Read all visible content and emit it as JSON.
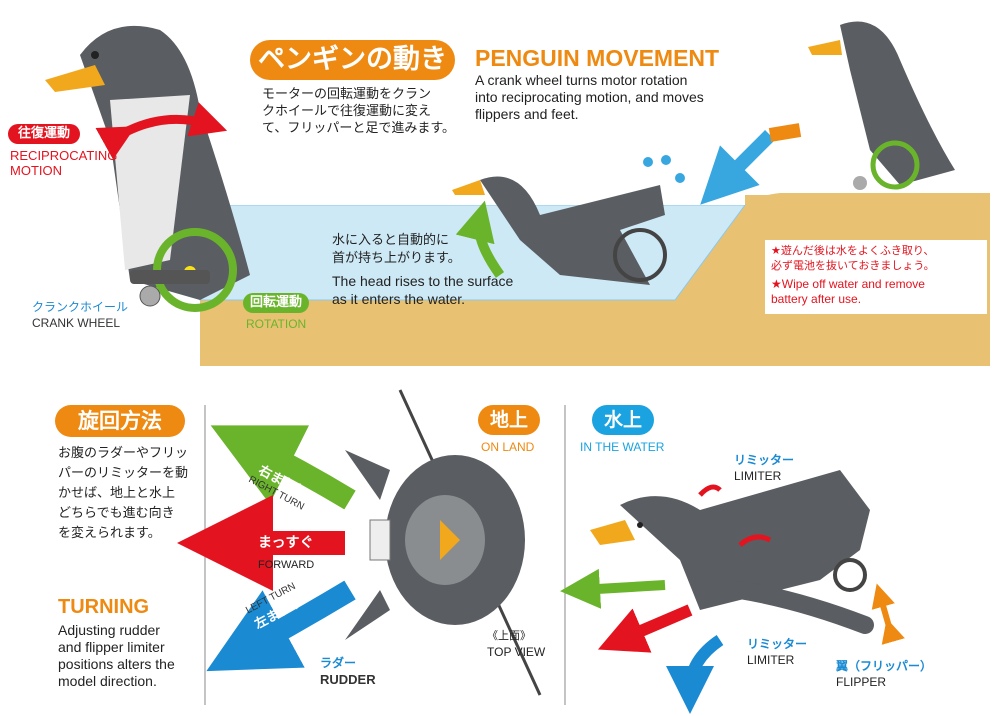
{
  "colors": {
    "orange": "#ee8a12",
    "red": "#e3141f",
    "green": "#6ab42c",
    "blue": "#1a8ad3",
    "water": "#cde9f6",
    "sand": "#e8c272",
    "penguin": "#5a5d61"
  },
  "top": {
    "title_jp": "ペンギンの動き",
    "title_en": "PENGUIN MOVEMENT",
    "desc_jp": [
      "モーターの回転運動をクラン",
      "クホイールで往復運動に変え",
      "て、フリッパーと足で進みます。"
    ],
    "desc_en": [
      "A crank wheel turns motor rotation",
      "into reciprocating motion, and moves",
      "flippers and feet."
    ],
    "reciprocating_jp": "往復運動",
    "reciprocating_en": [
      "RECIPROCATING",
      "MOTION"
    ],
    "crank_jp": "クランクホイール",
    "crank_en": "CRANK WHEEL",
    "rotation_jp": "回転運動",
    "rotation_en": "ROTATION",
    "water_jp": [
      "水に入ると自動的に",
      "首が持ち上がります。"
    ],
    "water_en": [
      "The head rises to the surface",
      "as it enters the water."
    ],
    "warning_jp": [
      "★遊んだ後は水をよくふき取り、",
      "必ず電池を抜いておきましょう。"
    ],
    "warning_en": [
      "★Wipe off water and remove",
      "battery after use."
    ]
  },
  "bottom": {
    "turning_jp": "旋回方法",
    "turning_desc_jp": [
      "お腹のラダーやフリッ",
      "パーのリミッターを動",
      "かせば、地上と水上",
      "どちらでも進む向き",
      "を変えられます。"
    ],
    "turning_en": "TURNING",
    "turning_desc_en": [
      "Adjusting rudder",
      "and flipper limiter",
      "positions alters the",
      "model direction."
    ],
    "right_turn_jp": "右まわり",
    "right_turn_en": "RIGHT TURN",
    "forward_jp": "まっすぐ",
    "forward_en": "FORWARD",
    "left_turn_jp": "左まわり",
    "left_turn_en": "LEFT TURN",
    "rudder_jp": "ラダー",
    "rudder_en": "RUDDER",
    "top_view_jp": "《上面》",
    "top_view_en": "TOP VIEW",
    "on_land_jp": "地上",
    "on_land_en": "ON LAND",
    "in_water_jp": "水上",
    "in_water_en": "IN THE WATER",
    "limiter1_jp": "リミッター",
    "limiter1_en": "LIMITER",
    "limiter2_jp": "リミッター",
    "limiter2_en": "LIMITER",
    "flipper_jp": "翼（フリッパー）",
    "flipper_en": "FLIPPER"
  }
}
